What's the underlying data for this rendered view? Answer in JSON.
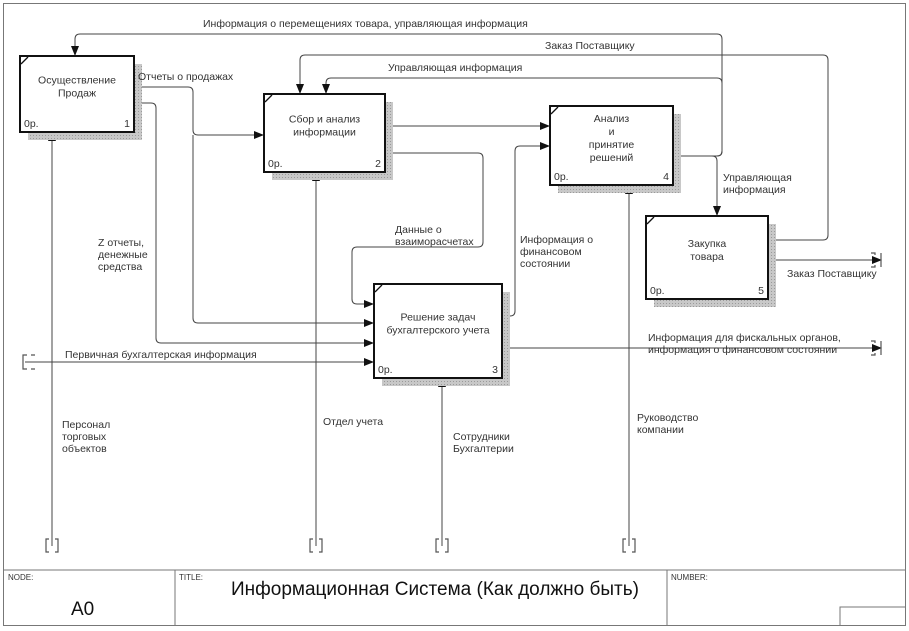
{
  "diagram": {
    "type": "IDEF0",
    "boxes": [
      {
        "id": "1",
        "title": [
          "Осуществление",
          "Продаж"
        ],
        "cost": "0р.",
        "number": "1"
      },
      {
        "id": "2",
        "title": [
          "Сбор и анализ",
          "информации"
        ],
        "cost": "0р.",
        "number": "2"
      },
      {
        "id": "3",
        "title": [
          "Решение задач",
          "бухгалтерского учета"
        ],
        "cost": "0р.",
        "number": "3"
      },
      {
        "id": "4",
        "title": [
          "Анализ",
          "и",
          "принятие",
          "решений"
        ],
        "cost": "0р.",
        "number": "4"
      },
      {
        "id": "5",
        "title": [
          "Закупка",
          "товара"
        ],
        "cost": "0р.",
        "number": "5"
      }
    ],
    "arrow_labels": {
      "movement_info": [
        "Информация о перемещениях товара, управляющая информация"
      ],
      "supplier_order_top": [
        "Заказ Поставщику"
      ],
      "control_info_top": [
        "Управляющая информация"
      ],
      "sales_reports": [
        "Отчеты о продажах"
      ],
      "z_reports": [
        "Z отчеты,",
        "денежные",
        "средства"
      ],
      "settlements": [
        "Данные о",
        "взаиморасчетах"
      ],
      "financial_state": [
        "Информация о",
        "финансовом",
        "состоянии"
      ],
      "control_info_down": [
        "Управляющая",
        "информация"
      ],
      "supplier_order_out": [
        "Заказ Поставщику"
      ],
      "fiscal_info": [
        "Информация для фискальных органов,",
        "информация о финансовом состоянии"
      ],
      "primary_accounting": [
        "Первичная бухгалтерская информация"
      ],
      "trade_staff": [
        "Персонал",
        "торговых",
        "объектов"
      ],
      "accounting_dept": [
        "Отдел учета"
      ],
      "accounting_staff": [
        "Сотрудники",
        "Бухгалтерии"
      ],
      "management": [
        "Руководство",
        "компании"
      ]
    }
  },
  "footer": {
    "node_caption": "NODE:",
    "node_value": "A0",
    "title_caption": "TITLE:",
    "title_value": "Информационная Система (Как должно быть)",
    "number_caption": "NUMBER:",
    "number_value": ""
  }
}
